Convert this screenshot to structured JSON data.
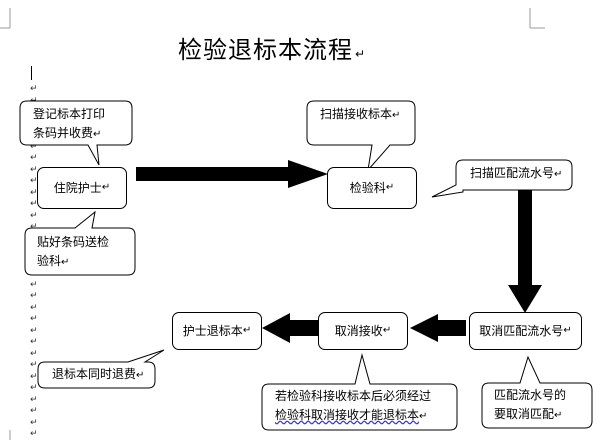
{
  "title": "检验退标本流程",
  "paragraph_mark": "↵",
  "nodes": {
    "nurse": "住院护士",
    "lab": "检验科",
    "cancel_serial": "取消匹配流水号",
    "cancel_receive": "取消接收",
    "nurse_return": "护士退标本"
  },
  "callouts": {
    "register_line1": "登记标本打印",
    "register_line2": "条码并收费",
    "paste_line1": "贴好条码送检",
    "paste_line2": "验科",
    "scan_receive": "扫描接收标本",
    "scan_match": "扫描匹配流水号",
    "match_line1": "匹配流水号的",
    "match_line2": "要取消匹配",
    "refund": "退标本同时退费",
    "note_line1": "若检验科接收标本后必须经过",
    "note_line2": "检验科取消接收才能退标本"
  }
}
